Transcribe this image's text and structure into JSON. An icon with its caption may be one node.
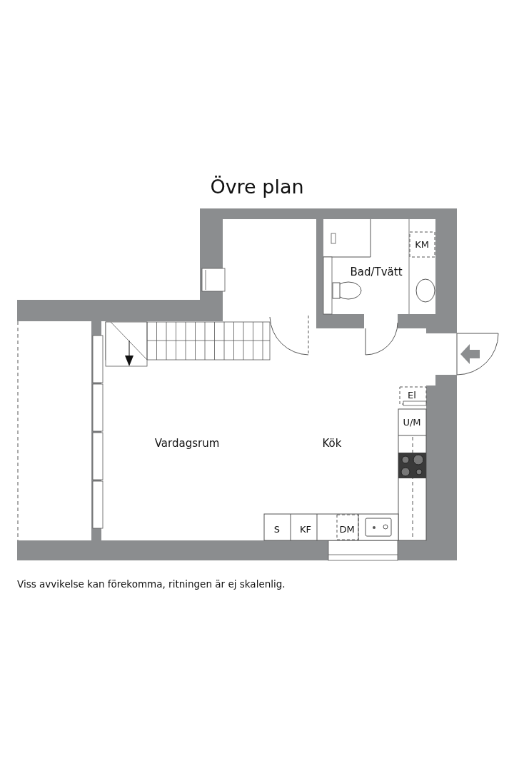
{
  "diagram": {
    "title": "Övre plan",
    "caption": "Viss avvikelse kan förekomma, ritningen är ej skalenlig.",
    "labels": [
      "KM",
      "Bad/Tvätt",
      "El",
      "U/M",
      "Vardagsrum",
      "Kök",
      "S",
      "KF",
      "DM"
    ]
  }
}
